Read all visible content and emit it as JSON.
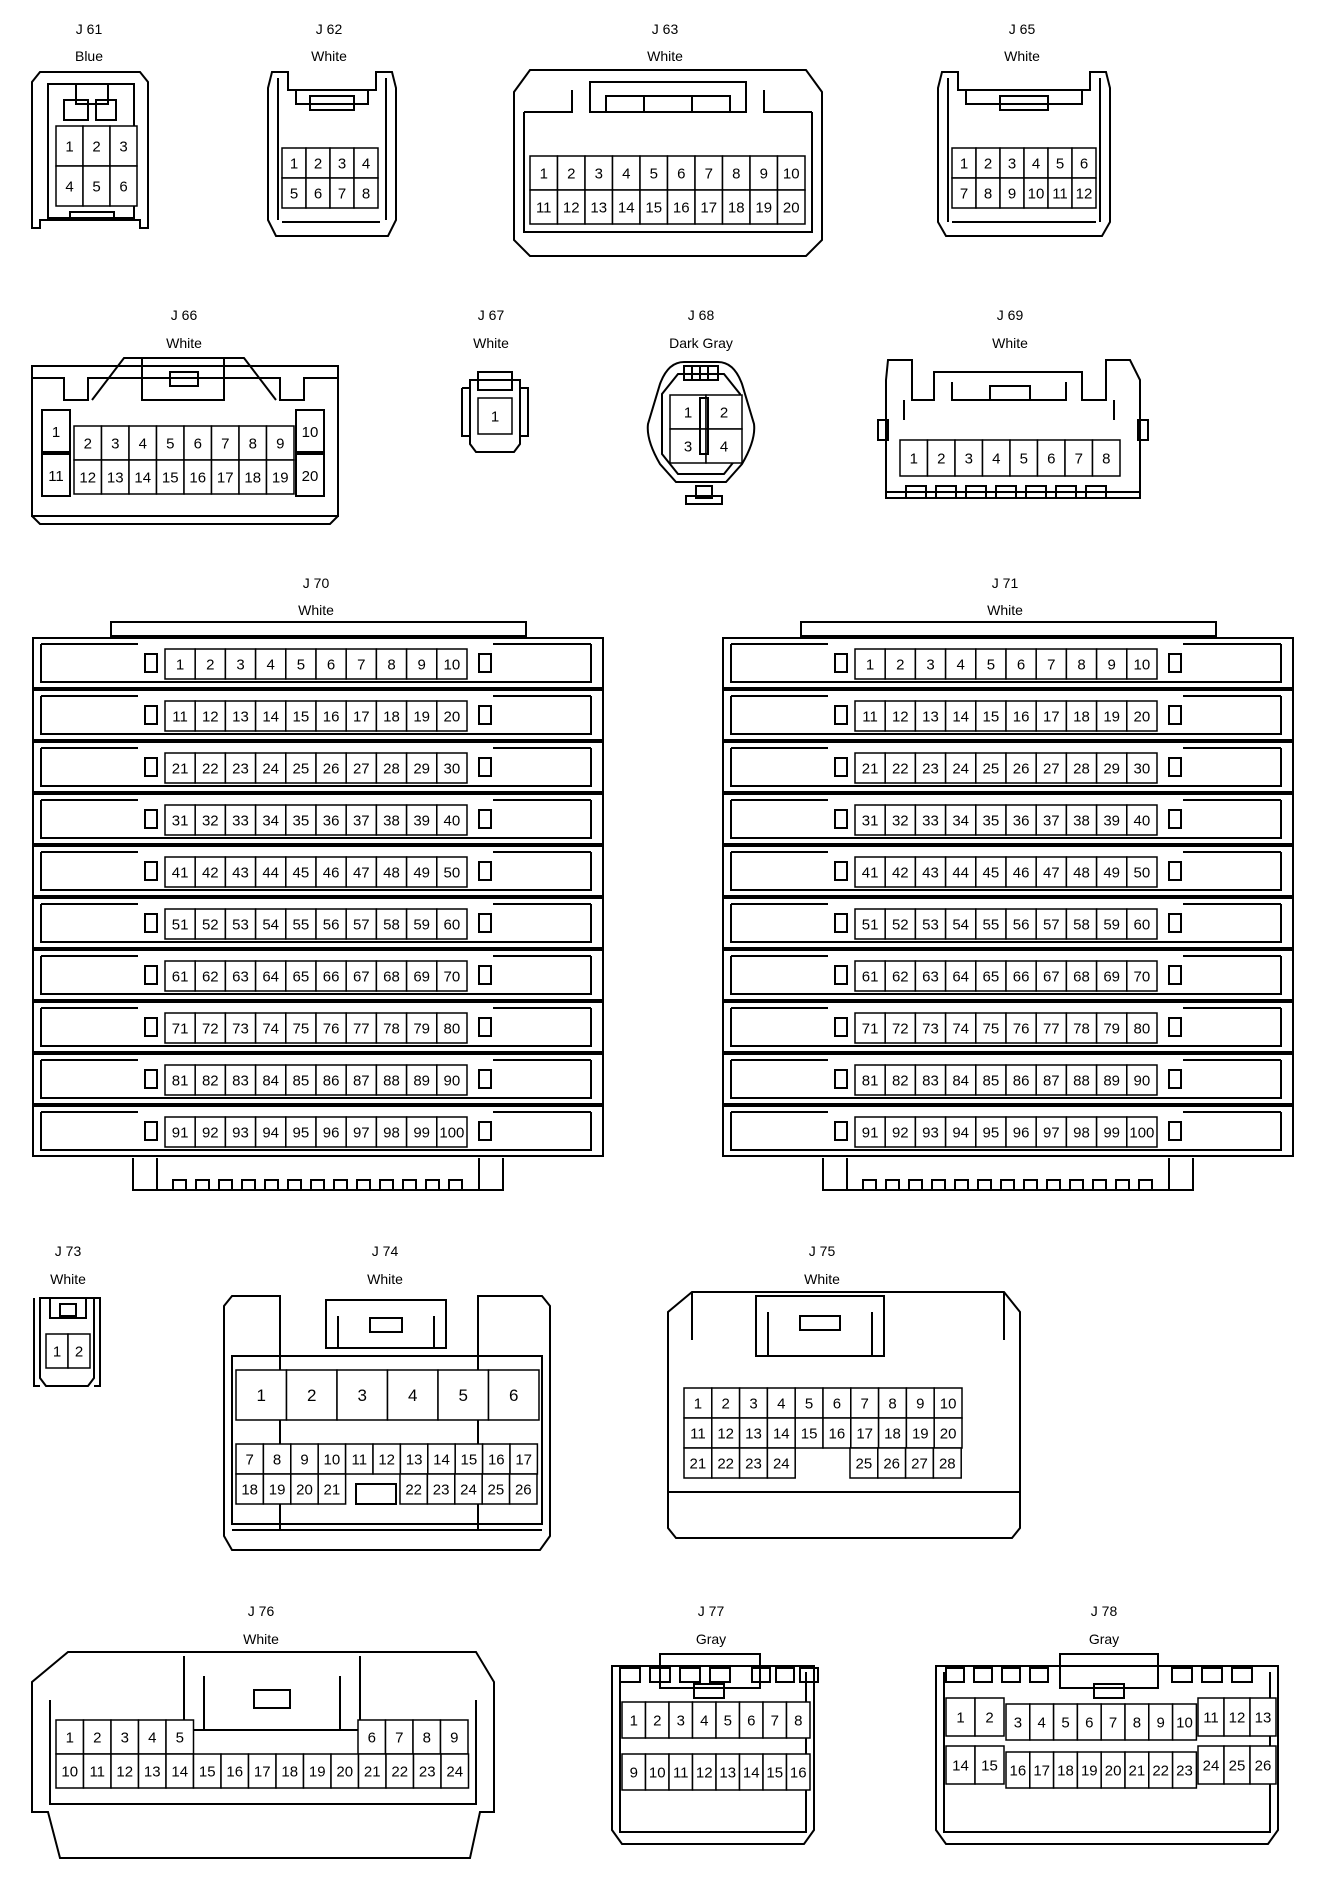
{
  "connectors": [
    {
      "id": "j61",
      "code": "J 61",
      "color": "Blue",
      "pins": [
        "1",
        "2",
        "3",
        "4",
        "5",
        "6"
      ]
    },
    {
      "id": "j62",
      "code": "J 62",
      "color": "White",
      "pins": [
        "1",
        "2",
        "3",
        "4",
        "5",
        "6",
        "7",
        "8"
      ]
    },
    {
      "id": "j63",
      "code": "J 63",
      "color": "White",
      "pins": [
        "1",
        "2",
        "3",
        "4",
        "5",
        "6",
        "7",
        "8",
        "9",
        "10",
        "11",
        "12",
        "13",
        "14",
        "15",
        "16",
        "17",
        "18",
        "19",
        "20"
      ]
    },
    {
      "id": "j65",
      "code": "J 65",
      "color": "White",
      "pins": [
        "1",
        "2",
        "3",
        "4",
        "5",
        "6",
        "7",
        "8",
        "9",
        "10",
        "11",
        "12"
      ]
    },
    {
      "id": "j66",
      "code": "J 66",
      "color": "White",
      "pins": [
        "1",
        "2",
        "3",
        "4",
        "5",
        "6",
        "7",
        "8",
        "9",
        "10",
        "11",
        "12",
        "13",
        "14",
        "15",
        "16",
        "17",
        "18",
        "19",
        "20"
      ]
    },
    {
      "id": "j67",
      "code": "J 67",
      "color": "White",
      "pins": [
        "1"
      ]
    },
    {
      "id": "j68",
      "code": "J 68",
      "color": "Dark Gray",
      "pins": [
        "1",
        "2",
        "3",
        "4"
      ]
    },
    {
      "id": "j69",
      "code": "J 69",
      "color": "White",
      "pins": [
        "1",
        "2",
        "3",
        "4",
        "5",
        "6",
        "7",
        "8"
      ]
    },
    {
      "id": "j70",
      "code": "J 70",
      "color": "White",
      "pins": [
        "1",
        "2",
        "3",
        "4",
        "5",
        "6",
        "7",
        "8",
        "9",
        "10",
        "11",
        "12",
        "13",
        "14",
        "15",
        "16",
        "17",
        "18",
        "19",
        "20",
        "21",
        "22",
        "23",
        "24",
        "25",
        "26",
        "27",
        "28",
        "29",
        "30",
        "31",
        "32",
        "33",
        "34",
        "35",
        "36",
        "37",
        "38",
        "39",
        "40",
        "41",
        "42",
        "43",
        "44",
        "45",
        "46",
        "47",
        "48",
        "49",
        "50",
        "51",
        "52",
        "53",
        "54",
        "55",
        "56",
        "57",
        "58",
        "59",
        "60",
        "61",
        "62",
        "63",
        "64",
        "65",
        "66",
        "67",
        "68",
        "69",
        "70",
        "71",
        "72",
        "73",
        "74",
        "75",
        "76",
        "77",
        "78",
        "79",
        "80",
        "81",
        "82",
        "83",
        "84",
        "85",
        "86",
        "87",
        "88",
        "89",
        "90",
        "91",
        "92",
        "93",
        "94",
        "95",
        "96",
        "97",
        "98",
        "99",
        "100"
      ]
    },
    {
      "id": "j71",
      "code": "J 71",
      "color": "White",
      "pins": [
        "1",
        "2",
        "3",
        "4",
        "5",
        "6",
        "7",
        "8",
        "9",
        "10",
        "11",
        "12",
        "13",
        "14",
        "15",
        "16",
        "17",
        "18",
        "19",
        "20",
        "21",
        "22",
        "23",
        "24",
        "25",
        "26",
        "27",
        "28",
        "29",
        "30",
        "31",
        "32",
        "33",
        "34",
        "35",
        "36",
        "37",
        "38",
        "39",
        "40",
        "41",
        "42",
        "43",
        "44",
        "45",
        "46",
        "47",
        "48",
        "49",
        "50",
        "51",
        "52",
        "53",
        "54",
        "55",
        "56",
        "57",
        "58",
        "59",
        "60",
        "61",
        "62",
        "63",
        "64",
        "65",
        "66",
        "67",
        "68",
        "69",
        "70",
        "71",
        "72",
        "73",
        "74",
        "75",
        "76",
        "77",
        "78",
        "79",
        "80",
        "81",
        "82",
        "83",
        "84",
        "85",
        "86",
        "87",
        "88",
        "89",
        "90",
        "91",
        "92",
        "93",
        "94",
        "95",
        "96",
        "97",
        "98",
        "99",
        "100"
      ]
    },
    {
      "id": "j73",
      "code": "J 73",
      "color": "White",
      "pins": [
        "1",
        "2"
      ]
    },
    {
      "id": "j74",
      "code": "J 74",
      "color": "White",
      "pins": [
        "1",
        "2",
        "3",
        "4",
        "5",
        "6",
        "7",
        "8",
        "9",
        "10",
        "11",
        "12",
        "13",
        "14",
        "15",
        "16",
        "17",
        "18",
        "19",
        "20",
        "21",
        "22",
        "23",
        "24",
        "25",
        "26"
      ]
    },
    {
      "id": "j75",
      "code": "J 75",
      "color": "White",
      "pins": [
        "1",
        "2",
        "3",
        "4",
        "5",
        "6",
        "7",
        "8",
        "9",
        "10",
        "11",
        "12",
        "13",
        "14",
        "15",
        "16",
        "17",
        "18",
        "19",
        "20",
        "21",
        "22",
        "23",
        "24",
        "25",
        "26",
        "27",
        "28"
      ]
    },
    {
      "id": "j76",
      "code": "J 76",
      "color": "White",
      "pins": [
        "1",
        "2",
        "3",
        "4",
        "5",
        "6",
        "7",
        "8",
        "9",
        "10",
        "11",
        "12",
        "13",
        "14",
        "15",
        "16",
        "17",
        "18",
        "19",
        "20",
        "21",
        "22",
        "23",
        "24"
      ]
    },
    {
      "id": "j77",
      "code": "J 77",
      "color": "Gray",
      "pins": [
        "1",
        "2",
        "3",
        "4",
        "5",
        "6",
        "7",
        "8",
        "9",
        "10",
        "11",
        "12",
        "13",
        "14",
        "15",
        "16"
      ]
    },
    {
      "id": "j78",
      "code": "J 78",
      "color": "Gray",
      "pins": [
        "1",
        "2",
        "3",
        "4",
        "5",
        "6",
        "7",
        "8",
        "9",
        "10",
        "11",
        "12",
        "13",
        "14",
        "15",
        "16",
        "17",
        "18",
        "19",
        "20",
        "21",
        "22",
        "23",
        "24",
        "25",
        "26"
      ]
    }
  ]
}
